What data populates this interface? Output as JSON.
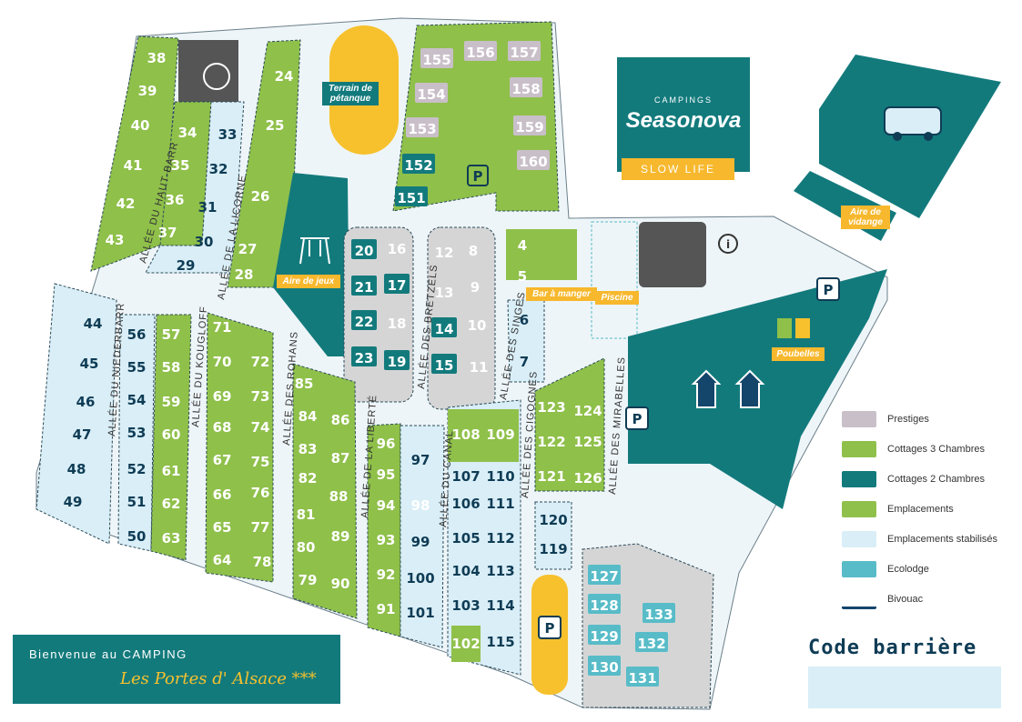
{
  "colors": {
    "prestige": "#c9bfc9",
    "cottage3": "#8fc04a",
    "cottage2": "#137a7c",
    "emplacement": "#8fc04a",
    "stabilise": "#d9eef7",
    "ecolodge": "#58bcc8",
    "bivouac": "#14456b",
    "teal": "#137a7c",
    "yellow": "#f7c12d",
    "gray": "#d5d5d5",
    "dark": "#0f3c55"
  },
  "brand": {
    "small": "CAMPINGS",
    "big": "Seasonova",
    "slogan": "SLOW LIFE"
  },
  "welcome": {
    "line1": "Bienvenue au CAMPING",
    "line2": "Les Portes d' Alsace ***"
  },
  "code": {
    "title": "Code barrière"
  },
  "legend": [
    {
      "label": "Prestiges",
      "color": "#c9bfc9"
    },
    {
      "label": "Cottages 3 Chambres",
      "color": "#8fc04a"
    },
    {
      "label": "Cottages 2 Chambres",
      "color": "#137a7c"
    },
    {
      "label": "Emplacements",
      "color": "#8fc04a"
    },
    {
      "label": "Emplacements stabilisés",
      "color": "#d9eef7"
    },
    {
      "label": "Ecolodge",
      "color": "#58bcc8"
    },
    {
      "label": "Bivouac",
      "color": "#14456b"
    }
  ],
  "labels": {
    "petanque": "Terrain de pétanque",
    "airejeux": "Aire de jeux",
    "bar": "Bar à manger",
    "piscine": "Piscine",
    "poubelles": "Poubelles",
    "vidange": "Aire de vidange",
    "parking": "P"
  },
  "streets": [
    {
      "name": "ALLÉE DU HAUT-BARR"
    },
    {
      "name": "ALLÉE DE LA LICORNE"
    },
    {
      "name": "ALLÉE DU NIEDERBARR"
    },
    {
      "name": "ALLÉE DU KOUGLOFF"
    },
    {
      "name": "ALLÉE DES ROHANS"
    },
    {
      "name": "ALLÉE DE LA LIBERTÉ"
    },
    {
      "name": "ALLÉE DES BRETZELS"
    },
    {
      "name": "ALLÉE DES SINGES"
    },
    {
      "name": "ALLÉE DU CANAL"
    },
    {
      "name": "ALLÉE DES CIGOGNES"
    },
    {
      "name": "ALLÉE DES MIRABELLES"
    }
  ],
  "lots": [
    {
      "n": "38",
      "t": "g"
    },
    {
      "n": "39",
      "t": "g"
    },
    {
      "n": "40",
      "t": "g"
    },
    {
      "n": "41",
      "t": "g"
    },
    {
      "n": "42",
      "t": "g"
    },
    {
      "n": "43",
      "t": "g"
    },
    {
      "n": "34",
      "t": "g"
    },
    {
      "n": "35",
      "t": "g"
    },
    {
      "n": "36",
      "t": "g"
    },
    {
      "n": "37",
      "t": "g"
    },
    {
      "n": "33",
      "t": "s"
    },
    {
      "n": "32",
      "t": "s"
    },
    {
      "n": "31",
      "t": "s"
    },
    {
      "n": "30",
      "t": "s"
    },
    {
      "n": "29",
      "t": "s"
    },
    {
      "n": "24",
      "t": "g"
    },
    {
      "n": "25",
      "t": "g"
    },
    {
      "n": "26",
      "t": "g"
    },
    {
      "n": "27",
      "t": "g"
    },
    {
      "n": "28",
      "t": "g"
    },
    {
      "n": "155",
      "t": "p"
    },
    {
      "n": "156",
      "t": "p"
    },
    {
      "n": "157",
      "t": "p"
    },
    {
      "n": "154",
      "t": "p"
    },
    {
      "n": "158",
      "t": "p"
    },
    {
      "n": "153",
      "t": "p"
    },
    {
      "n": "159",
      "t": "p"
    },
    {
      "n": "152",
      "t": "c"
    },
    {
      "n": "160",
      "t": "p"
    },
    {
      "n": "151",
      "t": "c"
    },
    {
      "n": "20",
      "t": "c"
    },
    {
      "n": "21",
      "t": "c"
    },
    {
      "n": "22",
      "t": "c"
    },
    {
      "n": "23",
      "t": "c"
    },
    {
      "n": "16",
      "t": "g"
    },
    {
      "n": "17",
      "t": "c"
    },
    {
      "n": "18",
      "t": "g"
    },
    {
      "n": "19",
      "t": "c"
    },
    {
      "n": "12",
      "t": "g"
    },
    {
      "n": "13",
      "t": "g"
    },
    {
      "n": "14",
      "t": "c"
    },
    {
      "n": "15",
      "t": "c"
    },
    {
      "n": "8",
      "t": "g"
    },
    {
      "n": "9",
      "t": "g"
    },
    {
      "n": "10",
      "t": "g"
    },
    {
      "n": "11",
      "t": "g"
    },
    {
      "n": "4",
      "t": "g"
    },
    {
      "n": "5",
      "t": "g"
    },
    {
      "n": "6",
      "t": "s"
    },
    {
      "n": "7",
      "t": "s"
    },
    {
      "n": "44",
      "t": "s"
    },
    {
      "n": "45",
      "t": "s"
    },
    {
      "n": "46",
      "t": "s"
    },
    {
      "n": "47",
      "t": "s"
    },
    {
      "n": "48",
      "t": "s"
    },
    {
      "n": "49",
      "t": "s"
    },
    {
      "n": "56",
      "t": "s"
    },
    {
      "n": "55",
      "t": "s"
    },
    {
      "n": "54",
      "t": "s"
    },
    {
      "n": "53",
      "t": "s"
    },
    {
      "n": "52",
      "t": "s"
    },
    {
      "n": "51",
      "t": "s"
    },
    {
      "n": "50",
      "t": "s"
    },
    {
      "n": "57",
      "t": "g"
    },
    {
      "n": "58",
      "t": "g"
    },
    {
      "n": "59",
      "t": "g"
    },
    {
      "n": "60",
      "t": "g"
    },
    {
      "n": "61",
      "t": "g"
    },
    {
      "n": "62",
      "t": "g"
    },
    {
      "n": "63",
      "t": "g"
    },
    {
      "n": "71",
      "t": "g"
    },
    {
      "n": "70",
      "t": "g"
    },
    {
      "n": "69",
      "t": "g"
    },
    {
      "n": "68",
      "t": "g"
    },
    {
      "n": "67",
      "t": "g"
    },
    {
      "n": "66",
      "t": "g"
    },
    {
      "n": "65",
      "t": "g"
    },
    {
      "n": "64",
      "t": "g"
    },
    {
      "n": "72",
      "t": "g"
    },
    {
      "n": "73",
      "t": "g"
    },
    {
      "n": "74",
      "t": "g"
    },
    {
      "n": "75",
      "t": "g"
    },
    {
      "n": "76",
      "t": "g"
    },
    {
      "n": "77",
      "t": "g"
    },
    {
      "n": "78",
      "t": "g"
    },
    {
      "n": "85",
      "t": "g"
    },
    {
      "n": "84",
      "t": "g"
    },
    {
      "n": "83",
      "t": "g"
    },
    {
      "n": "82",
      "t": "g"
    },
    {
      "n": "81",
      "t": "g"
    },
    {
      "n": "80",
      "t": "g"
    },
    {
      "n": "79",
      "t": "g"
    },
    {
      "n": "86",
      "t": "g"
    },
    {
      "n": "87",
      "t": "g"
    },
    {
      "n": "88",
      "t": "g"
    },
    {
      "n": "89",
      "t": "g"
    },
    {
      "n": "90",
      "t": "g"
    },
    {
      "n": "96",
      "t": "g"
    },
    {
      "n": "95",
      "t": "g"
    },
    {
      "n": "94",
      "t": "g"
    },
    {
      "n": "93",
      "t": "g"
    },
    {
      "n": "92",
      "t": "g"
    },
    {
      "n": "91",
      "t": "g"
    },
    {
      "n": "97",
      "t": "s"
    },
    {
      "n": "98",
      "t": "g"
    },
    {
      "n": "99",
      "t": "s"
    },
    {
      "n": "100",
      "t": "s"
    },
    {
      "n": "101",
      "t": "s"
    },
    {
      "n": "108",
      "t": "g"
    },
    {
      "n": "109",
      "t": "g"
    },
    {
      "n": "107",
      "t": "s"
    },
    {
      "n": "110",
      "t": "s"
    },
    {
      "n": "106",
      "t": "s"
    },
    {
      "n": "111",
      "t": "s"
    },
    {
      "n": "105",
      "t": "s"
    },
    {
      "n": "112",
      "t": "s"
    },
    {
      "n": "104",
      "t": "s"
    },
    {
      "n": "113",
      "t": "s"
    },
    {
      "n": "103",
      "t": "s"
    },
    {
      "n": "114",
      "t": "s"
    },
    {
      "n": "102",
      "t": "g"
    },
    {
      "n": "115",
      "t": "s"
    },
    {
      "n": "120",
      "t": "s"
    },
    {
      "n": "119",
      "t": "s"
    },
    {
      "n": "123",
      "t": "g"
    },
    {
      "n": "124",
      "t": "g"
    },
    {
      "n": "122",
      "t": "g"
    },
    {
      "n": "125",
      "t": "g"
    },
    {
      "n": "121",
      "t": "g"
    },
    {
      "n": "126",
      "t": "g"
    },
    {
      "n": "127",
      "t": "e"
    },
    {
      "n": "128",
      "t": "e"
    },
    {
      "n": "129",
      "t": "e"
    },
    {
      "n": "130",
      "t": "e"
    },
    {
      "n": "131",
      "t": "e"
    },
    {
      "n": "132",
      "t": "e"
    },
    {
      "n": "133",
      "t": "e"
    }
  ]
}
